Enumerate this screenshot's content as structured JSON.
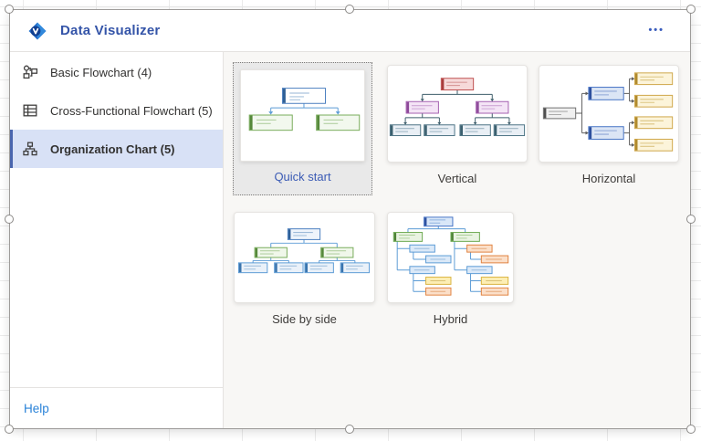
{
  "header": {
    "title": "Data Visualizer",
    "more_options": "•••",
    "logo_icon": "visio-logo-icon"
  },
  "sidebar": {
    "items": [
      {
        "label": "Basic Flowchart (4)",
        "icon": "basic-flowchart-icon",
        "selected": false
      },
      {
        "label": "Cross-Functional Flowchart (5)",
        "icon": "cross-functional-flowchart-icon",
        "selected": false
      },
      {
        "label": "Organization Chart (5)",
        "icon": "org-chart-icon",
        "selected": true
      }
    ],
    "help_label": "Help"
  },
  "gallery": {
    "cards": [
      {
        "label": "Quick start",
        "selected": true
      },
      {
        "label": "Vertical",
        "selected": false
      },
      {
        "label": "Horizontal",
        "selected": false
      },
      {
        "label": "Side by side",
        "selected": false
      },
      {
        "label": "Hybrid",
        "selected": false
      }
    ]
  },
  "colors": {
    "title_blue": "#3454a8",
    "help_link_blue": "#2b83d8",
    "selected_nav_bg": "#d8e1f6",
    "selected_nav_accent": "#4a66ae",
    "quick_start_label_blue": "#3b5bb5",
    "org_green": "#77ab59",
    "org_blue": "#4a7ebf",
    "org_red": "#bf4f4f",
    "org_purple": "#a45fb0",
    "org_gold": "#cfa648",
    "org_orange": "#e0823f"
  }
}
